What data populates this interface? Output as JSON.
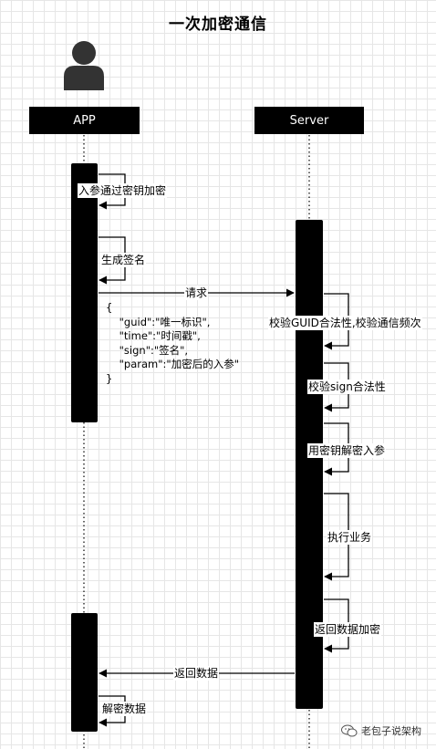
{
  "title": "一次加密通信",
  "participants": {
    "app": "APP",
    "server": "Server"
  },
  "steps": {
    "app_encrypt": "入参通过密钥加密",
    "app_sign": "生成签名",
    "request": "请求",
    "server_check_guid": "校验GUID合法性,校验通信频次",
    "server_check_sign": "校验sign合法性",
    "server_decrypt": "用密钥解密入参",
    "server_execute": "执行业务",
    "server_encrypt_return": "返回数据加密",
    "response": "返回数据",
    "app_decrypt": "解密数据"
  },
  "payload": {
    "open": "{",
    "guid": "\"guid\":\"唯一标识\",",
    "time": "\"time\":\"时间戳\",",
    "sign": "\"sign\":\"签名\",",
    "param": "\"param\":\"加密后的入参\"",
    "close": "}"
  },
  "watermark": "老包子说架构"
}
